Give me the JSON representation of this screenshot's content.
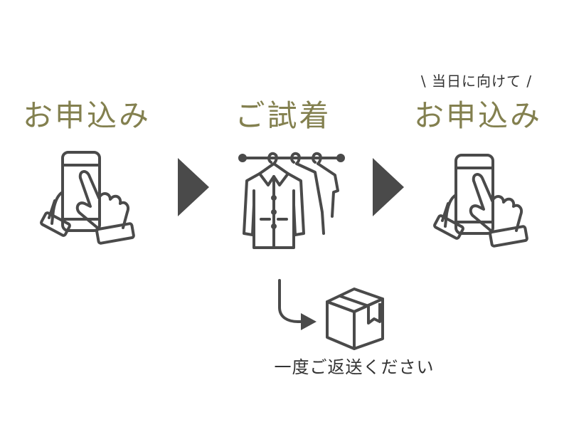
{
  "steps": [
    {
      "label": "お申込み",
      "icon": "phone-tap-icon"
    },
    {
      "label": "ご試着",
      "icon": "clothes-rack-icon"
    },
    {
      "label": "お申込み",
      "icon": "phone-tap-icon"
    }
  ],
  "callout": "\\ 当日に向けて /",
  "return_note": "一度ご返送ください",
  "colors": {
    "label": "#83804f",
    "icon_stroke": "#4a4a4a",
    "arrow": "#4a4a4a",
    "text": "#333333"
  }
}
